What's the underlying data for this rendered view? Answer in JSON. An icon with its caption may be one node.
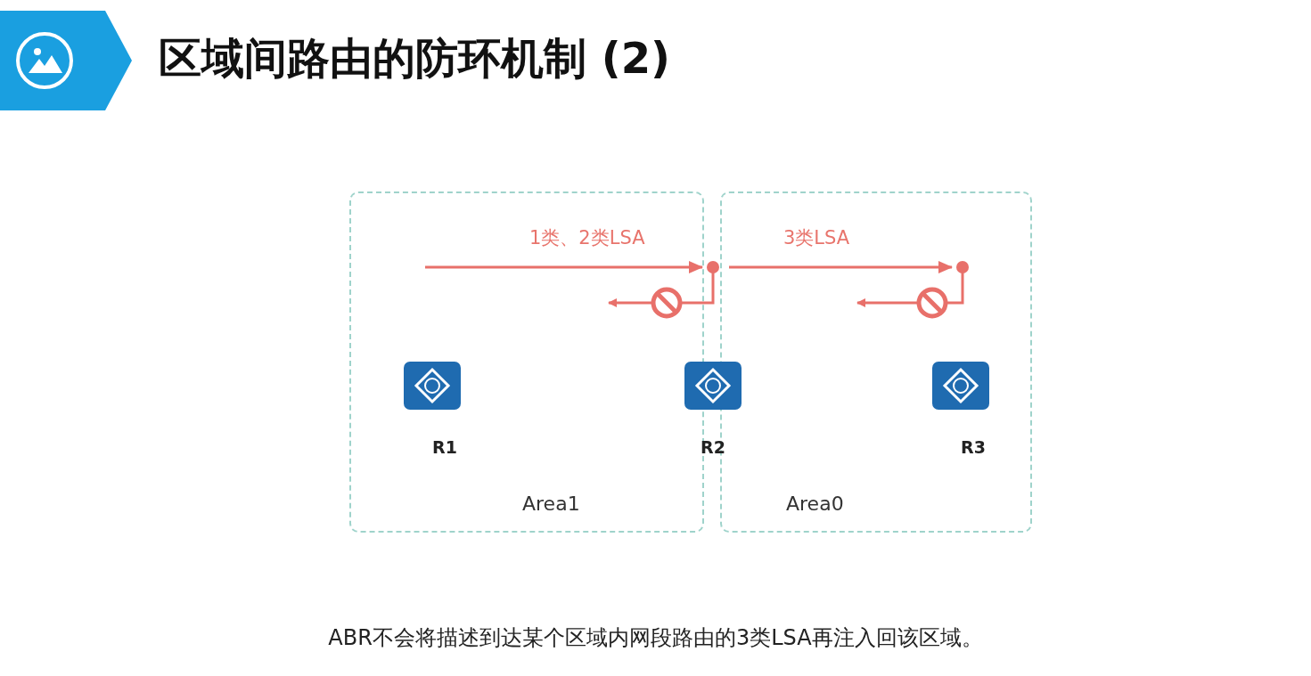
{
  "diagram": {
    "title": "区域间路由的防环机制 (2)",
    "caption": "ABR不会将描述到达某个区域内网段路由的3类LSA再注入回该区域。",
    "nodes": [
      {
        "text": [
          "Area1"
        ]
      },
      {
        "text": [
          "Area0"
        ]
      },
      {
        "text": [
          "R1"
        ],
        "in": 0
      },
      {
        "text": [
          "R2"
        ]
      },
      {
        "text": [
          "R3"
        ],
        "in": 1
      }
    ],
    "labels": [
      "1类、2类LSA",
      "3类LSA"
    ]
  }
}
